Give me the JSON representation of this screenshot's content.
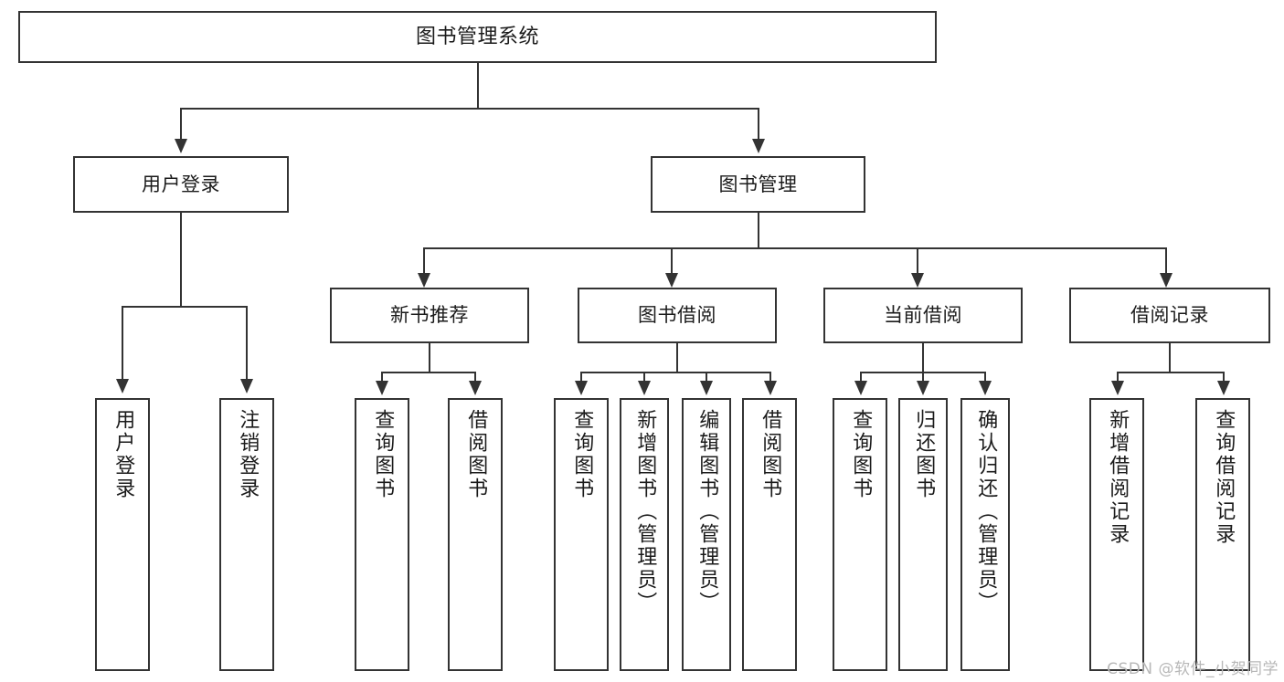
{
  "diagram": {
    "title": "图书管理系统",
    "type": "hierarchy-tree",
    "watermark": "CSDN @软件_小贺同学",
    "colors": {
      "stroke": "#333333",
      "fill": "#ffffff",
      "text": "#1b1b1b",
      "watermark": "#b8b8b8"
    },
    "levels": {
      "level1": [
        {
          "id": "root",
          "label": "图书管理系统"
        }
      ],
      "level2": [
        {
          "id": "user-login",
          "label": "用户登录"
        },
        {
          "id": "book-management",
          "label": "图书管理"
        }
      ],
      "level3": [
        {
          "id": "new-book-recommend",
          "label": "新书推荐"
        },
        {
          "id": "book-borrow",
          "label": "图书借阅"
        },
        {
          "id": "current-borrow",
          "label": "当前借阅"
        },
        {
          "id": "borrow-record",
          "label": "借阅记录"
        }
      ],
      "leaves": {
        "user-login": [
          {
            "id": "leaf-user-login",
            "label": "用户登录"
          },
          {
            "id": "leaf-logout",
            "label": "注销登录"
          }
        ],
        "new-book-recommend": [
          {
            "id": "leaf-query-book-1",
            "label": "查询图书"
          },
          {
            "id": "leaf-borrow-book-1",
            "label": "借阅图书"
          }
        ],
        "book-borrow": [
          {
            "id": "leaf-query-book-2",
            "label": "查询图书"
          },
          {
            "id": "leaf-add-book",
            "label": "新增图书（管理员）"
          },
          {
            "id": "leaf-edit-book",
            "label": "编辑图书（管理员）"
          },
          {
            "id": "leaf-borrow-book-2",
            "label": "借阅图书"
          }
        ],
        "current-borrow": [
          {
            "id": "leaf-query-book-3",
            "label": "查询图书"
          },
          {
            "id": "leaf-return-book",
            "label": "归还图书"
          },
          {
            "id": "leaf-confirm-return",
            "label": "确认归还（管理员）"
          }
        ],
        "borrow-record": [
          {
            "id": "leaf-add-record",
            "label": "新增借阅记录"
          },
          {
            "id": "leaf-query-record",
            "label": "查询借阅记录"
          }
        ]
      }
    }
  }
}
